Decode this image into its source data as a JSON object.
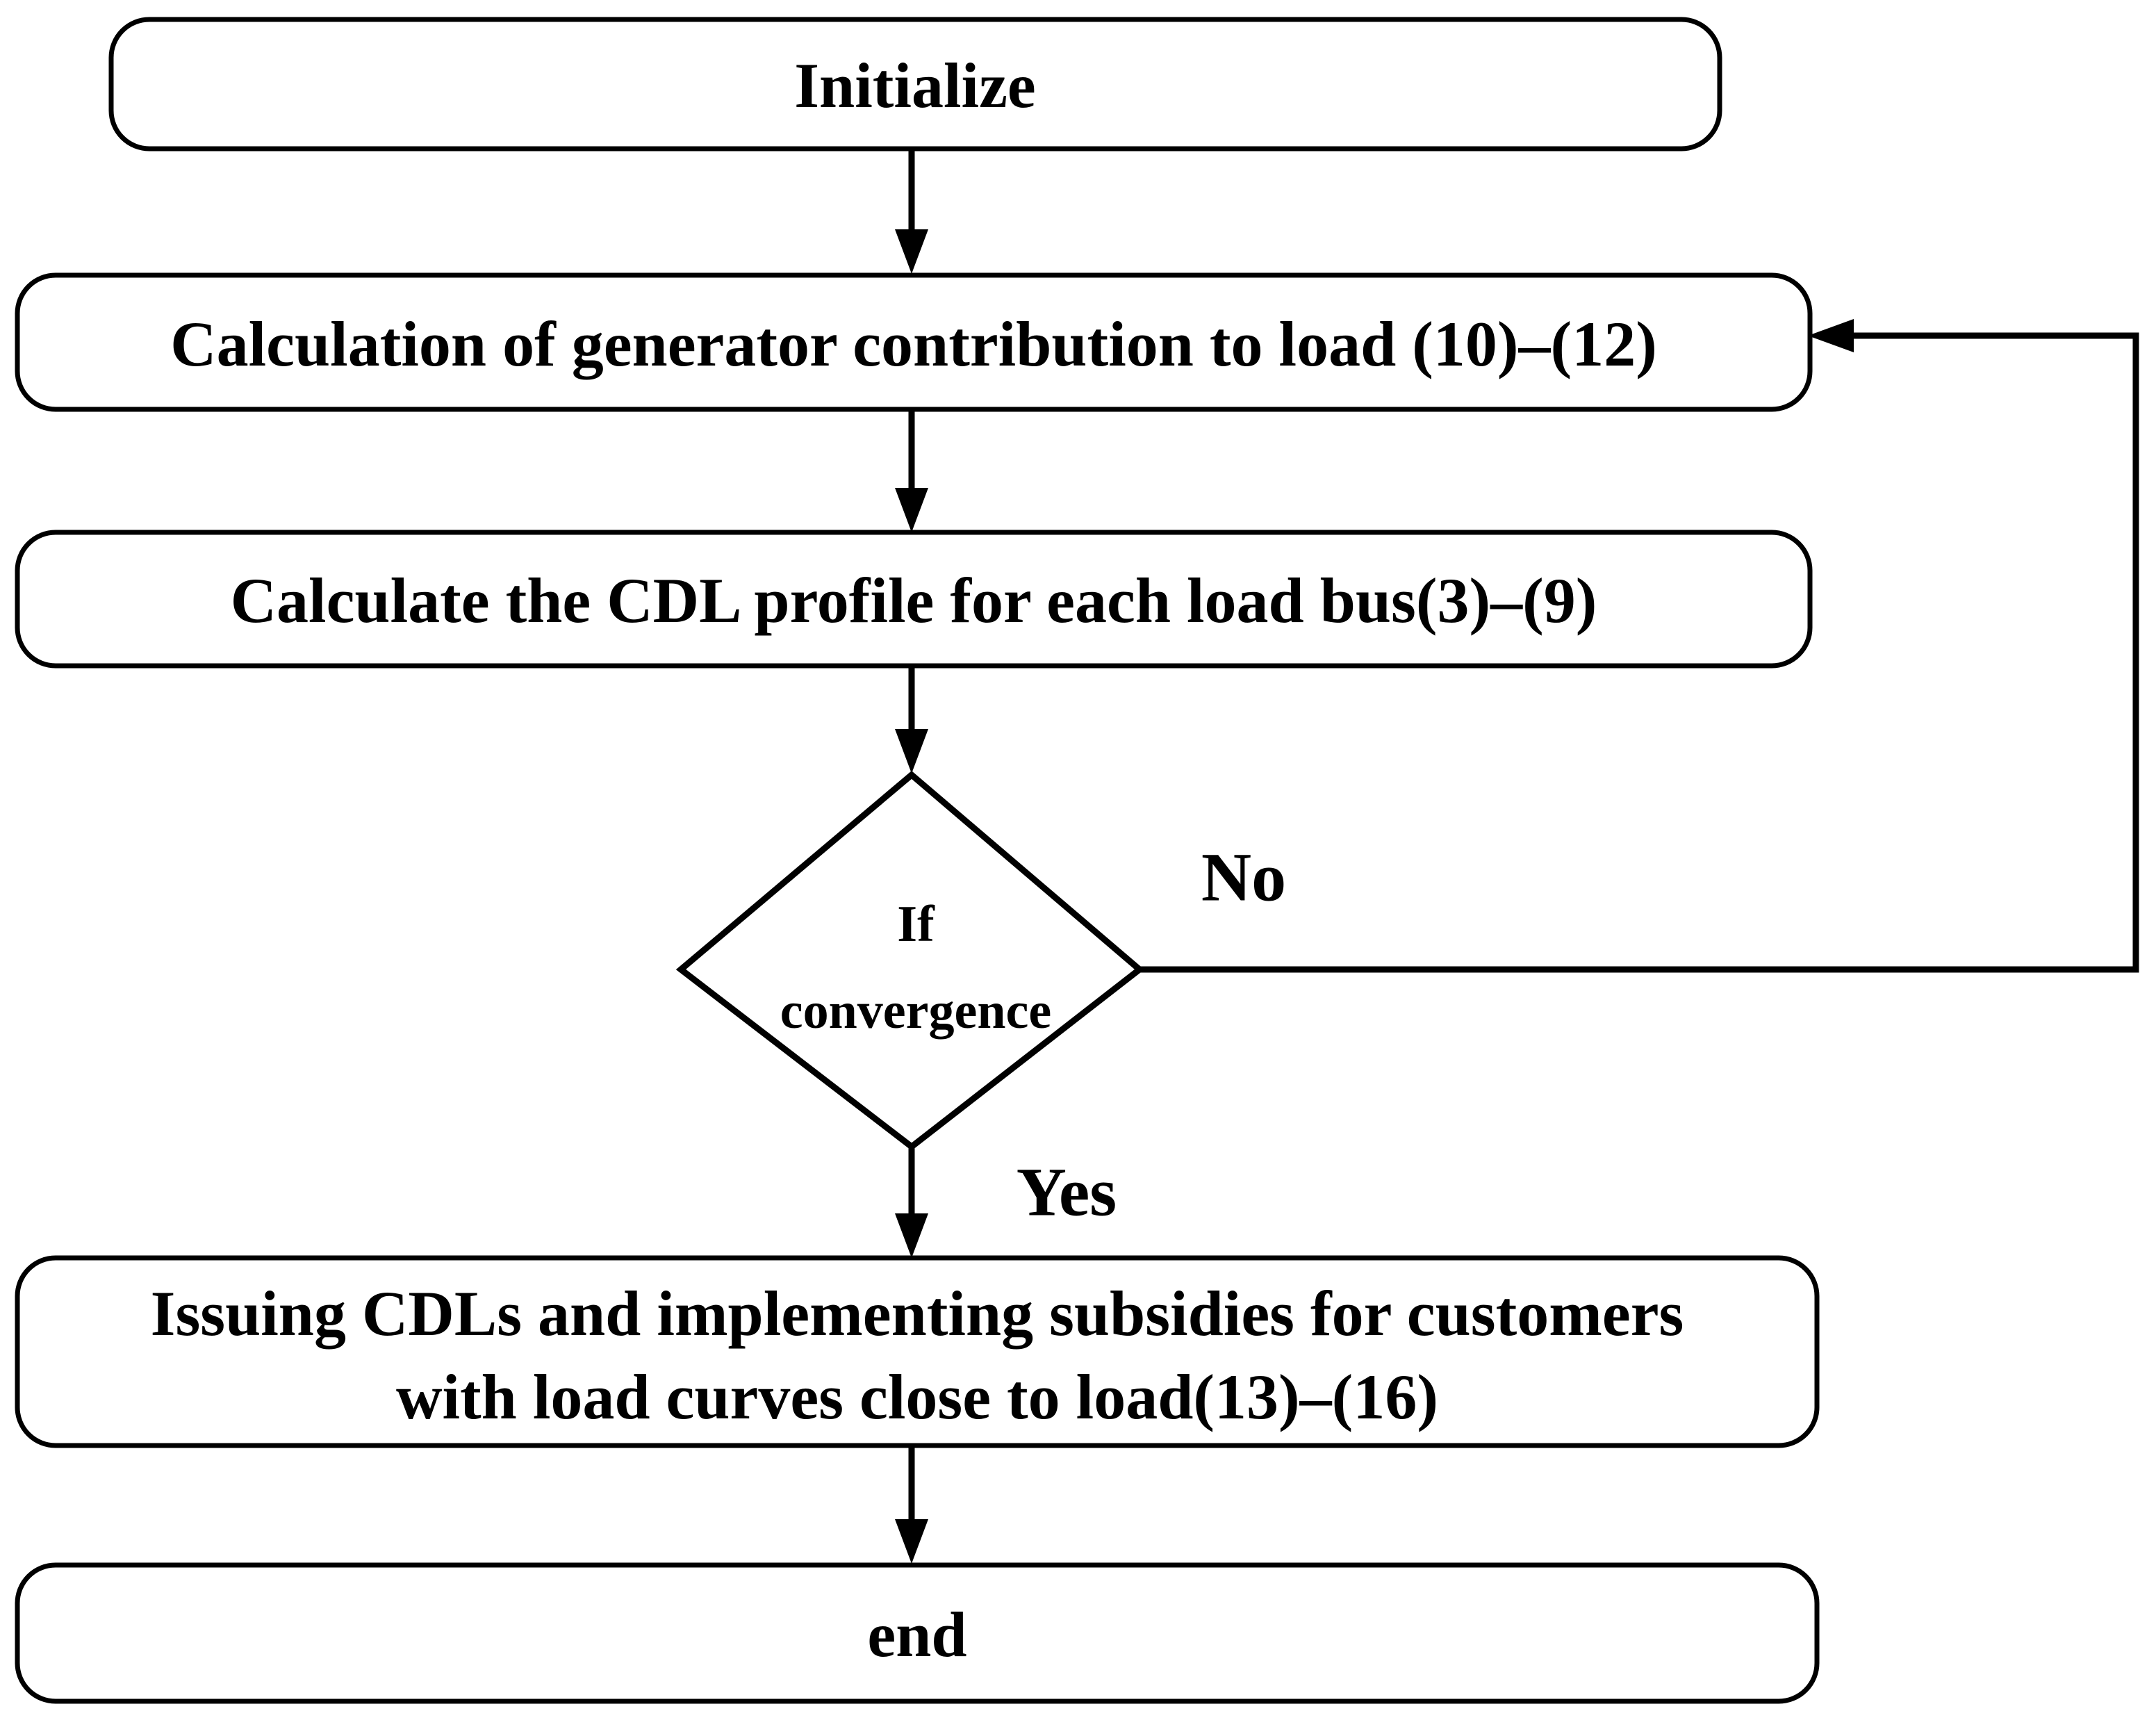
{
  "figure": {
    "type": "flowchart",
    "background_color": "#ffffff",
    "line_color": "#000000",
    "text_color": "#000000"
  },
  "nodes": {
    "initialize": {
      "label": "Initialize"
    },
    "generator_contribution": {
      "label": "Calculation of generator contribution to load (10)–(12)"
    },
    "cdl_profile": {
      "label": "Calculate the CDL profile for each load bus(3)–(9)"
    },
    "convergence_decision": {
      "lines": [
        "If",
        "convergence"
      ]
    },
    "issue_cdls": {
      "lines": [
        "Issuing CDLs and implementing subsidies for customers",
        "with load curves close to load(13)–(16)"
      ]
    },
    "end": {
      "label": "end"
    }
  },
  "edges": {
    "no_label": "No",
    "yes_label": "Yes"
  }
}
